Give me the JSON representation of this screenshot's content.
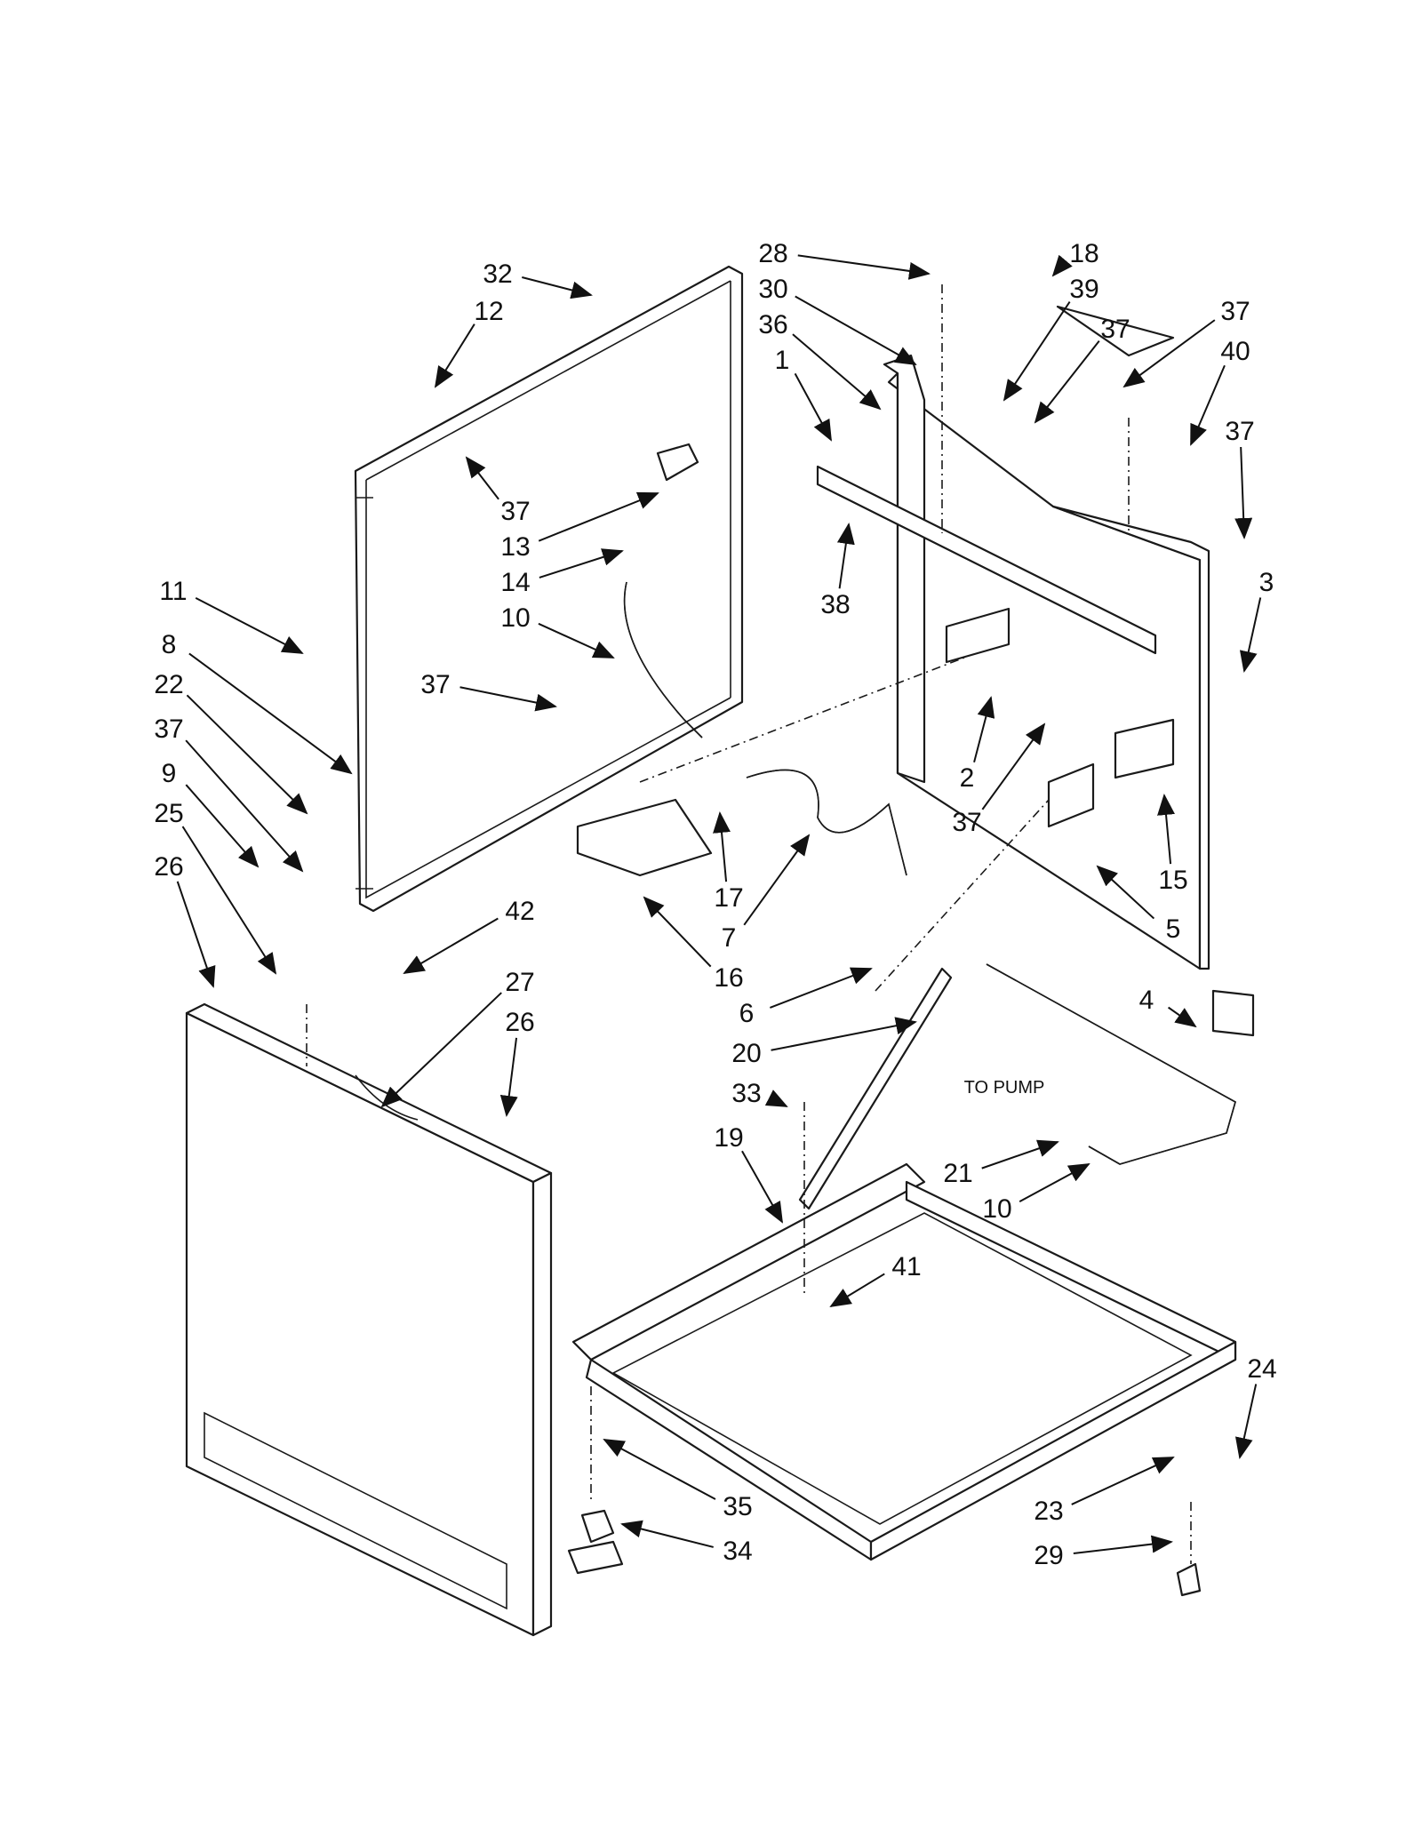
{
  "diagram": {
    "labels": [
      "28",
      "18",
      "30",
      "39",
      "36",
      "37",
      "37",
      "40",
      "1",
      "32",
      "12",
      "37",
      "37",
      "13",
      "38",
      "14",
      "10",
      "11",
      "3",
      "8",
      "37",
      "22",
      "37",
      "2",
      "37",
      "9",
      "25",
      "26",
      "17",
      "15",
      "7",
      "16",
      "5",
      "42",
      "27",
      "6",
      "26",
      "4",
      "20",
      "33",
      "TO PUMP",
      "19",
      "21",
      "10",
      "41",
      "24",
      "23",
      "35",
      "34",
      "29"
    ]
  }
}
